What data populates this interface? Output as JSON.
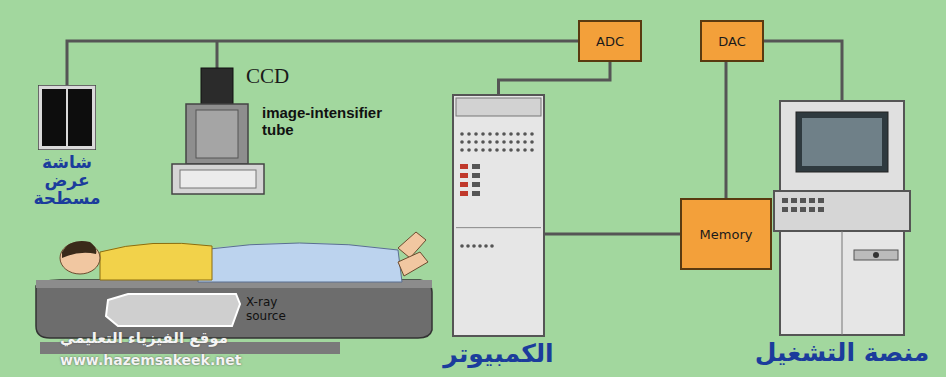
{
  "diagram": {
    "nodes": [
      {
        "text": [
          "ADC"
        ]
      },
      {
        "text": [
          "DAC"
        ]
      },
      {
        "text": [
          "الكمبيوتر"
        ]
      },
      {
        "text": [
          "Memory"
        ]
      },
      {
        "text": [
          "منصة التشغيل"
        ]
      },
      {
        "text": [
          "شاشة عرض مسطحة"
        ]
      }
    ],
    "edges": [
      {
        "from": 5,
        "to": 0,
        "arrow": "none"
      },
      {
        "from": 0,
        "to": 2,
        "arrow": "none"
      },
      {
        "from": 2,
        "to": 3,
        "arrow": "none"
      },
      {
        "from": 3,
        "to": 1,
        "arrow": "none"
      },
      {
        "from": 1,
        "to": 4,
        "arrow": "none"
      }
    ],
    "labels": [
      "CCD",
      "image-intensifier tube",
      "X-ray source",
      "موقع الفيزياء التعليمي",
      "www.hazemsakeek.net"
    ]
  }
}
